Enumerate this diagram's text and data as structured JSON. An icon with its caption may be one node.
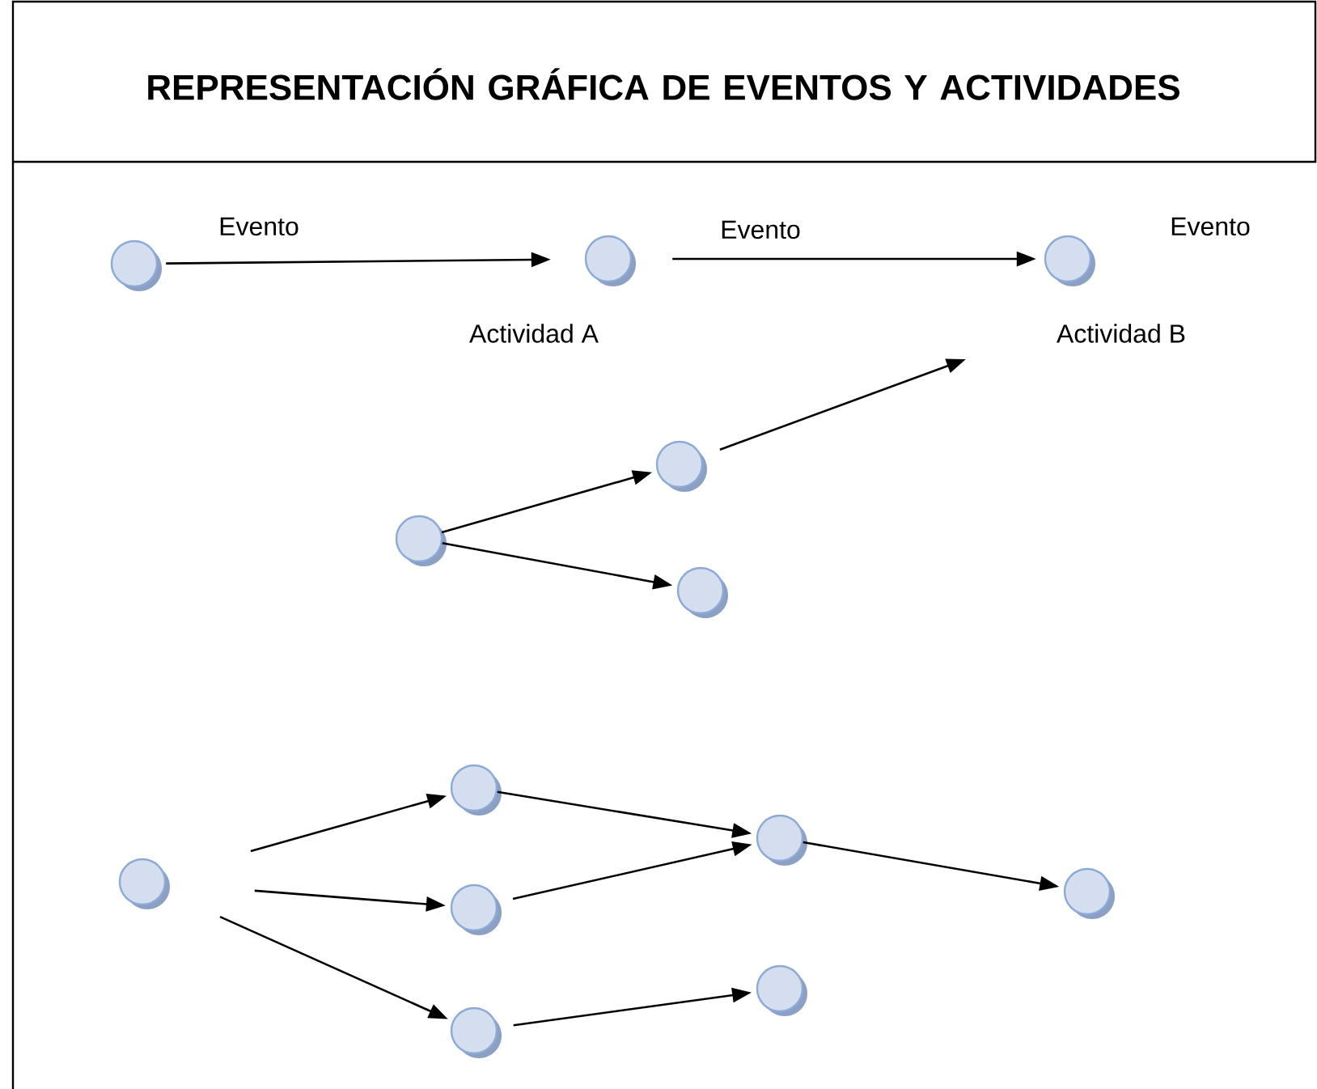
{
  "diagram": {
    "title": "REPRESENTACIÓN GRÁFICA DE EVENTOS Y ACTIVIDADES",
    "nodes": [
      {
        "text": [],
        "shape": "circle"
      },
      {
        "text": [],
        "shape": "circle"
      },
      {
        "text": [],
        "shape": "circle"
      },
      {
        "text": [],
        "shape": "circle"
      },
      {
        "text": [],
        "shape": "circle"
      },
      {
        "text": [],
        "shape": "circle"
      },
      {
        "text": [],
        "shape": "circle"
      },
      {
        "text": [],
        "shape": "circle"
      },
      {
        "text": [],
        "shape": "circle"
      },
      {
        "text": [],
        "shape": "circle"
      },
      {
        "text": [],
        "shape": "circle"
      },
      {
        "text": [],
        "shape": "circle"
      },
      {
        "text": [],
        "shape": "circle"
      }
    ],
    "edges": [
      {
        "from": 0,
        "to": 1,
        "arrow": "to"
      },
      {
        "from": 1,
        "to": 2,
        "arrow": "to"
      },
      {
        "from": 4,
        "to": null,
        "arrow": "to"
      },
      {
        "from": 3,
        "to": 4,
        "arrow": "to"
      },
      {
        "from": 3,
        "to": 5,
        "arrow": "to"
      },
      {
        "from": 6,
        "to": 7,
        "arrow": "to"
      },
      {
        "from": 6,
        "to": 8,
        "arrow": "to"
      },
      {
        "from": 6,
        "to": 12,
        "arrow": "to"
      },
      {
        "from": 7,
        "to": 9,
        "arrow": "to"
      },
      {
        "from": 8,
        "to": 9,
        "arrow": "to"
      },
      {
        "from": 9,
        "to": 10,
        "arrow": "to"
      },
      {
        "from": 12,
        "to": 11,
        "arrow": "to"
      }
    ],
    "labels": [
      "Evento",
      "Evento",
      "Evento",
      "Actividad A",
      "Actividad B"
    ]
  }
}
